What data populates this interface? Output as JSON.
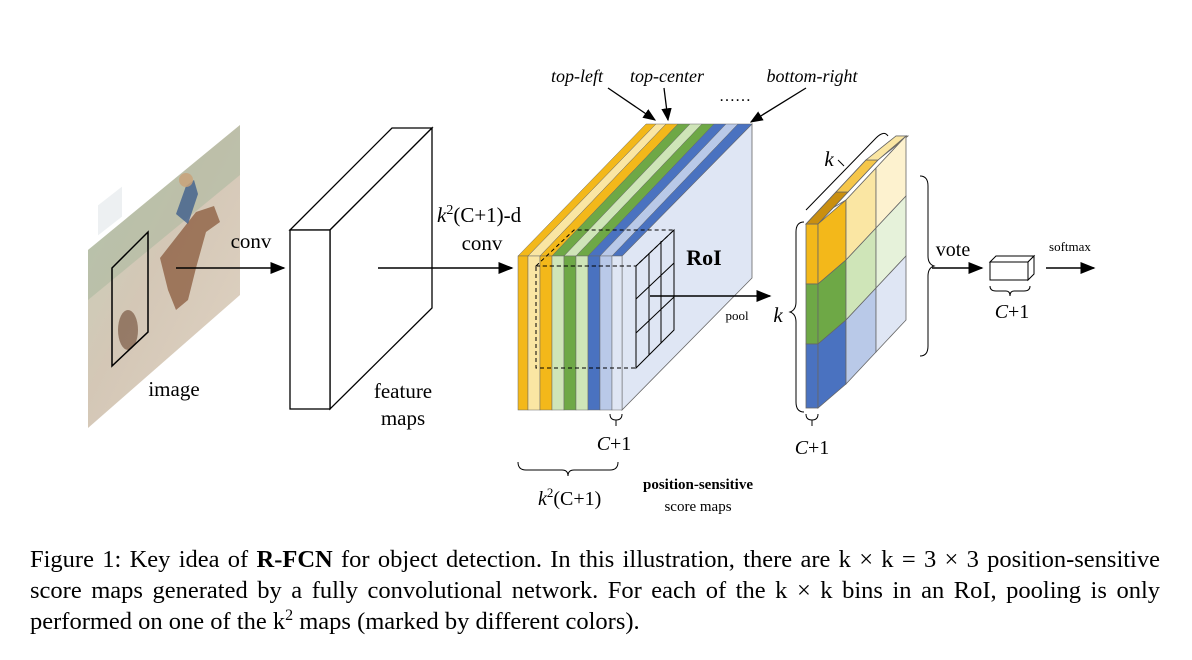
{
  "figure": {
    "labels": {
      "image": "image",
      "conv": "conv",
      "feature_maps_line1": "feature",
      "feature_maps_line2": "maps",
      "k2conv_line1_rest": "(C+1)-d",
      "k2conv_line2": "conv",
      "top_left": "top-left",
      "top_center": "top-center",
      "ellipsis": "……",
      "bottom_right": "bottom-right",
      "roi": "RoI",
      "pool": "pool",
      "c_plus_1_maps": "C+1",
      "k2c1_rest": "(C+1)",
      "ps_line1": "position-sensitive",
      "ps_line2": "score maps",
      "k_side": "k",
      "k_top": "k",
      "c_plus_1_grid": "C+1",
      "vote": "vote",
      "softmax": "softmax",
      "c_plus_1_vec": "C+1"
    },
    "colors": {
      "yellow": "#f3b81a",
      "yellow_light": "#fae6a3",
      "green": "#6ea846",
      "green_light": "#cfe5b8",
      "blue": "#4a72c0",
      "blue_light": "#b9c9e8",
      "map_face": "#dfe6f4"
    }
  },
  "caption": {
    "prefix": "Figure 1: Key idea of ",
    "bold": "R-FCN",
    "rest": " for object detection. In this illustration, there are k × k = 3 × 3 position-sensitive score maps generated by a fully convolutional network. For each of the k × k bins in an RoI, pooling is only performed on one of the k",
    "sup": "2",
    "end": " maps (marked by different colors)."
  }
}
